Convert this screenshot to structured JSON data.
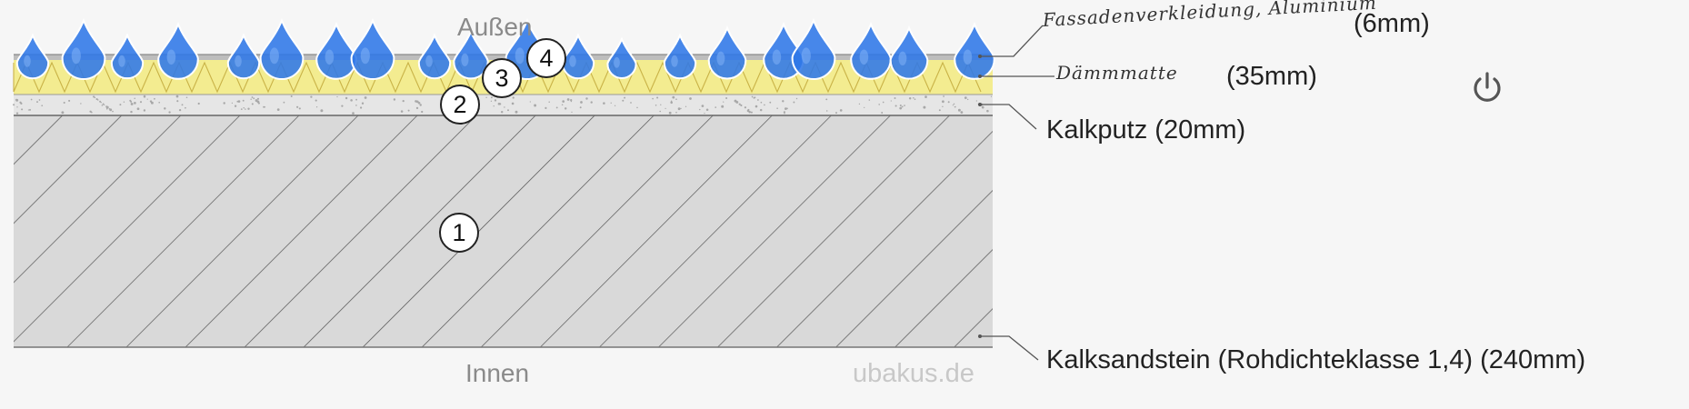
{
  "labels": {
    "outside": "Außen",
    "inside": "Innen",
    "watermark": "ubakus.de"
  },
  "layers": [
    {
      "number": "1",
      "handwritten": "",
      "text": "Kalksandstein (Rohdichteklasse 1,4) (240mm)"
    },
    {
      "number": "2",
      "handwritten": "",
      "text": "Kalkputz (20mm)"
    },
    {
      "number": "3",
      "handwritten": "Dämmmatte",
      "text": "(35mm)"
    },
    {
      "number": "4",
      "handwritten": "Fassadenverkleidung, Aluminium",
      "text": "(6mm)"
    }
  ],
  "icons": {
    "power": "power-icon",
    "drop": "water-drop-icon"
  },
  "colors": {
    "background": "#f6f6f6",
    "wall": "#d9d9d9",
    "plaster": "#e6e6e6",
    "insulation": "#f3ec90",
    "insulation_stroke": "#c9b247",
    "cladding": "#bdbdbd",
    "drop": "#2f78e8",
    "drop_light": "#7fb0f5",
    "text": "#222222",
    "muted": "#8a8a8a",
    "watermark": "#c8c8c8"
  }
}
